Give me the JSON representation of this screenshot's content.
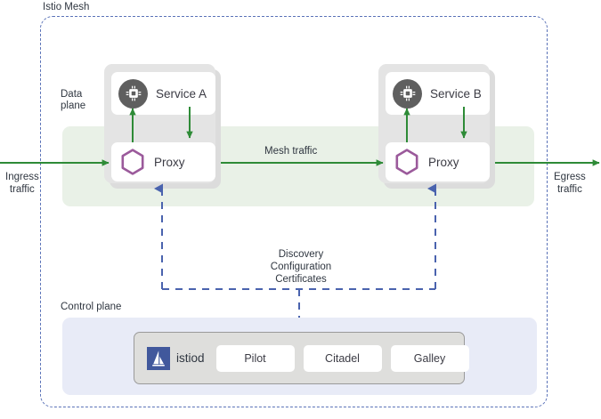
{
  "diagram": {
    "title": "Istio Mesh",
    "zones": {
      "mesh_label": "Istio Mesh",
      "data_plane_label": "Data\nplane",
      "control_plane_label": "Control plane"
    },
    "traffic": {
      "ingress_label": "Ingress\ntraffic",
      "egress_label": "Egress\ntraffic",
      "mesh_label": "Mesh traffic",
      "control_channel_label": "Discovery\nConfiguration\nCertificates"
    },
    "pods": [
      {
        "id": "pod-a",
        "service_label": "Service A",
        "service_icon": "microchip-icon",
        "proxy_label": "Proxy",
        "proxy_icon": "hexagon-icon"
      },
      {
        "id": "pod-b",
        "service_label": "Service B",
        "service_icon": "microchip-icon",
        "proxy_label": "Proxy",
        "proxy_icon": "hexagon-icon"
      }
    ],
    "control_plane": {
      "brand_name": "istiod",
      "brand_icon": "istio-sail-icon",
      "components": [
        {
          "label": "Pilot"
        },
        {
          "label": "Citadel"
        },
        {
          "label": "Galley"
        }
      ]
    },
    "colors": {
      "mesh_border": "#5b73b8",
      "data_plane_band": "#e9f1e7",
      "control_plane_panel": "#e8ebf7",
      "traffic_arrow_green": "#2e8b37",
      "control_dash_blue": "#4a63ae",
      "envoy_purple": "#9b5a9b",
      "service_icon_gray": "#5f5f5f",
      "istiod_blue": "#41589c",
      "pod_gray": "#e4e4e4",
      "text": "#2f3640"
    }
  }
}
